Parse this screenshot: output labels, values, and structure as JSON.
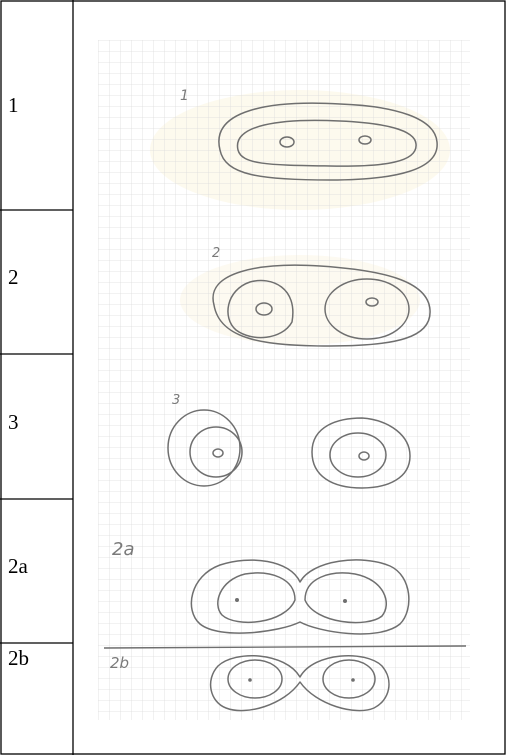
{
  "rows": [
    {
      "label": "1",
      "sketch_label": "1"
    },
    {
      "label": "2",
      "sketch_label": "2"
    },
    {
      "label": "3",
      "sketch_label": "3"
    },
    {
      "label": "2a",
      "sketch_label": "2a"
    },
    {
      "label": "2b",
      "sketch_label": "2b"
    }
  ],
  "colors": {
    "table_border": "#000000",
    "grid_line": "#dcdcdc",
    "pencil": "#6f6f6f",
    "paper_tint": "#fbf6e3"
  }
}
